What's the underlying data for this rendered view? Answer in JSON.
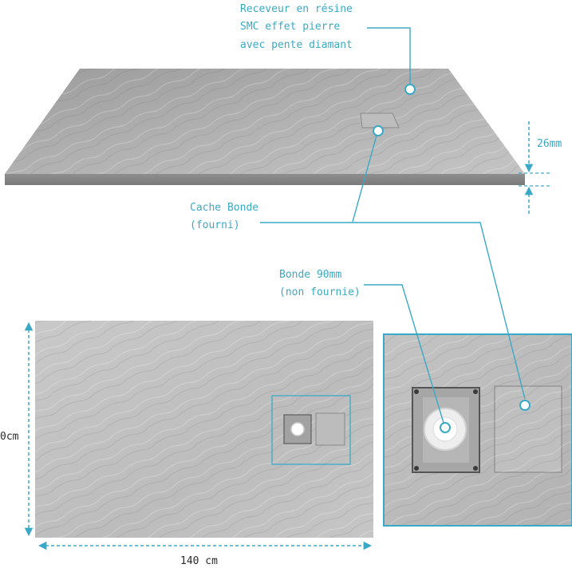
{
  "labels": {
    "receveur_line1": "Receveur en résine",
    "receveur_line2": "SMC effet pierre",
    "receveur_line3": "avec pente diamant",
    "thickness": "26mm",
    "cache_line1": "Cache Bonde",
    "cache_line2": "(fourni)",
    "bonde_line1": "Bonde 90mm",
    "bonde_line2": "(non fournie)",
    "width_dim": "140 cm",
    "depth_dim": "0cm"
  },
  "colors": {
    "accent": "#3aa9c6",
    "stone": "#a9a9a9",
    "stone_light": "#bdbdbd",
    "drain_frame": "#6b6b6b",
    "text_dark": "#2b2b2b"
  },
  "icons": {
    "callout": "callout-dot-icon",
    "drain": "drain-hole-icon"
  }
}
